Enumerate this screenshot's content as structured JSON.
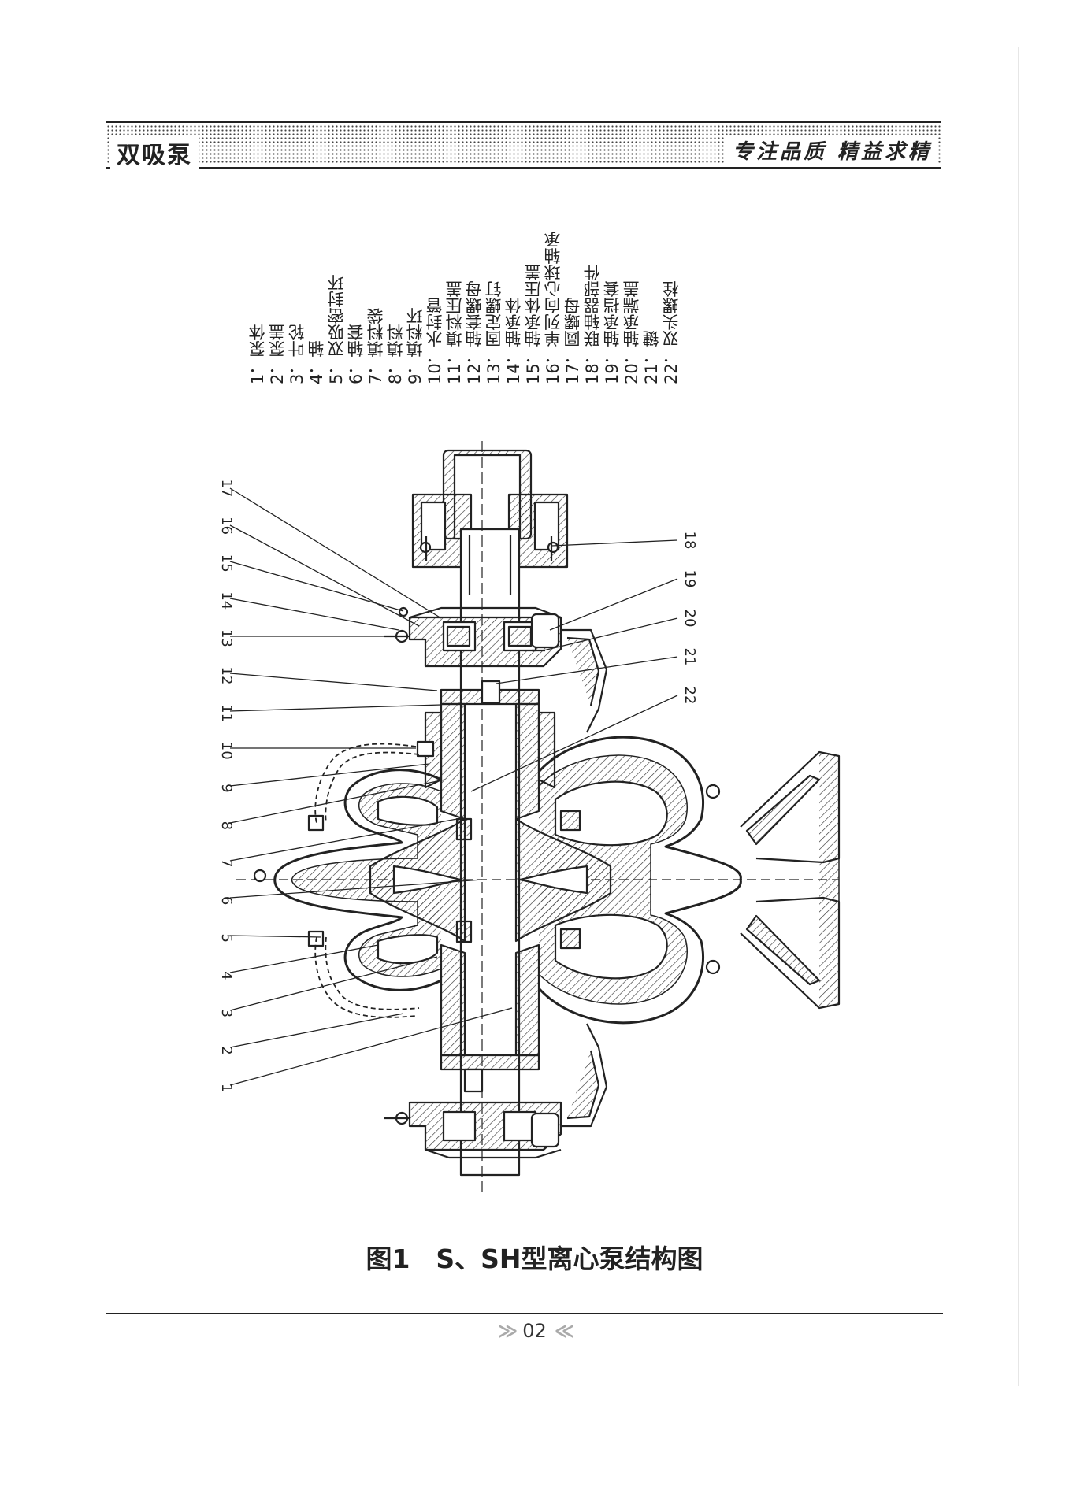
{
  "header": {
    "left_title": "双吸泵",
    "right_slogan": "专注品质 精益求精"
  },
  "legend": [
    "1．泵体",
    "2．泵盖",
    "3．叶轮",
    "4．轴",
    "5．双吸密封环",
    "6．轴套",
    "7．填料袋",
    "8．填料",
    "9．填料环",
    "10．水封管",
    "11．填料压盖",
    "12．轴套螺母",
    "13．固定螺钉",
    "14．轴承体",
    "15．轴承体压盖",
    "16．单列向心球轴承",
    "17．圆螺母",
    "18．联轴器部件",
    "19．轴承挡套",
    "20．轴承端盖",
    "21．键",
    "22．双头螺栓"
  ],
  "left_callouts": [
    "17",
    "16",
    "15",
    "14",
    "13",
    "12",
    "11",
    "10",
    "9",
    "8",
    "7",
    "6",
    "5",
    "4",
    "3",
    "2",
    "1"
  ],
  "right_callouts": [
    "18",
    "19",
    "20",
    "21",
    "22"
  ],
  "caption": "图1　S、SH型离心泵结构图",
  "footer": {
    "page_number": "02",
    "arrows_left": "≫",
    "arrows_right": "≪"
  },
  "colors": {
    "ink": "#222222",
    "hatch": "#333333",
    "dots": "#444444"
  }
}
